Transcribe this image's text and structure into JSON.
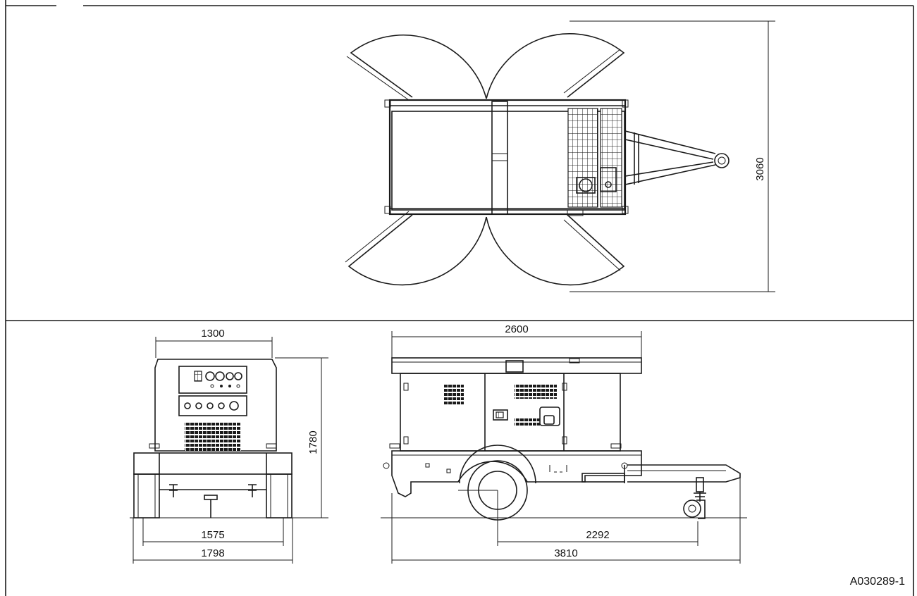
{
  "top_view": {
    "dim_depth_open": "3060"
  },
  "front_view": {
    "dim_top_width": "1300",
    "dim_height": "1780",
    "dim_track": "1575",
    "dim_overall_width": "1798"
  },
  "side_view": {
    "dim_body_length": "2600",
    "dim_wheel_to_jack": "2292",
    "dim_overall_length": "3810"
  },
  "drawing_id": "A030289-1",
  "colors": {
    "line": "#1a1a1a",
    "background": "#ffffff"
  }
}
